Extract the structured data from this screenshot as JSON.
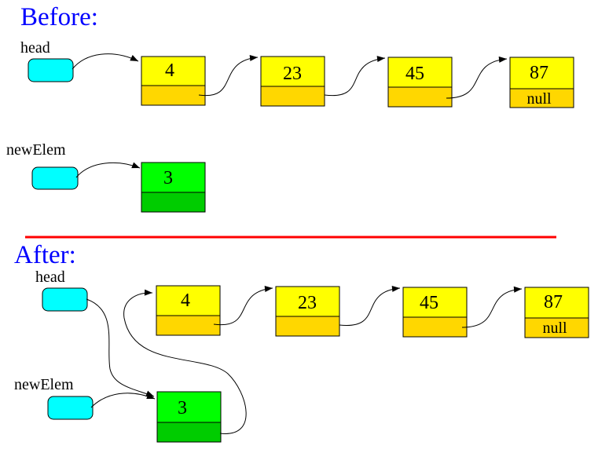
{
  "before": {
    "title": "Before:",
    "head_label": "head",
    "new_label": "newElem",
    "list": [
      {
        "value": "4",
        "next": ""
      },
      {
        "value": "23",
        "next": ""
      },
      {
        "value": "45",
        "next": ""
      },
      {
        "value": "87",
        "next": "null"
      }
    ],
    "new_node": {
      "value": "3"
    }
  },
  "after": {
    "title": "After:",
    "head_label": "head",
    "new_label": "newElem",
    "list": [
      {
        "value": "4",
        "next": ""
      },
      {
        "value": "23",
        "next": ""
      },
      {
        "value": "45",
        "next": ""
      },
      {
        "value": "87",
        "next": "null"
      }
    ],
    "new_node": {
      "value": "3"
    }
  },
  "colors": {
    "title": "#0000ff",
    "pointer": "#00ffff",
    "node_top": "#ffff00",
    "node_bottom": "#ffd700",
    "new_top": "#00ff00",
    "new_bottom": "#00cc00",
    "divider": "#ff0000"
  }
}
